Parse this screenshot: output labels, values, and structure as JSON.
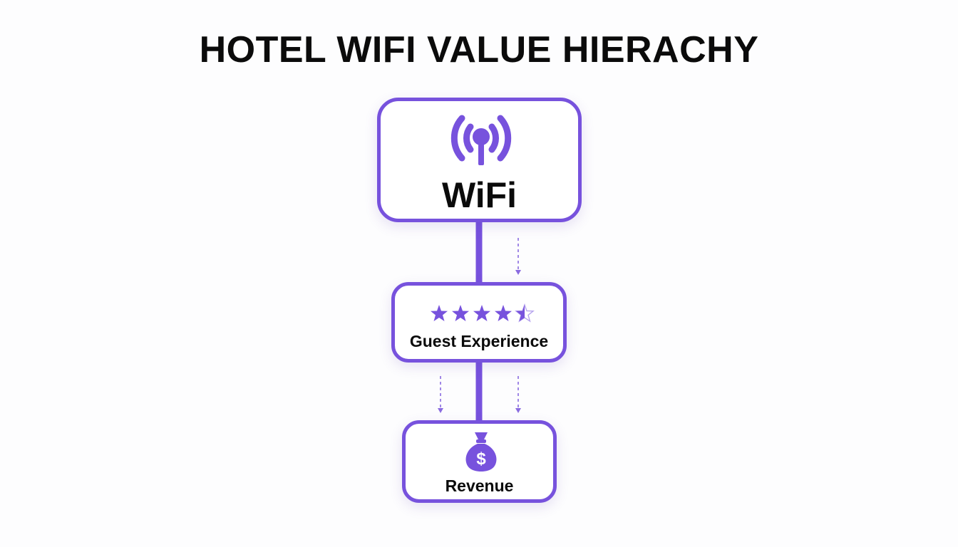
{
  "title": "HOTEL WIFI VALUE HIERACHY",
  "colors": {
    "accent": "#7752dd",
    "text": "#0b0b0b",
    "background": "#fdfdfe"
  },
  "nodes": {
    "wifi": {
      "label": "WiFi",
      "icon": "wifi-broadcast-icon"
    },
    "guest": {
      "label": "Guest Experience",
      "icon": "star-rating-icon",
      "rating": 4.5,
      "rating_max": 5
    },
    "revenue": {
      "label": "Revenue",
      "icon": "money-bag-icon",
      "symbol": "$"
    }
  }
}
